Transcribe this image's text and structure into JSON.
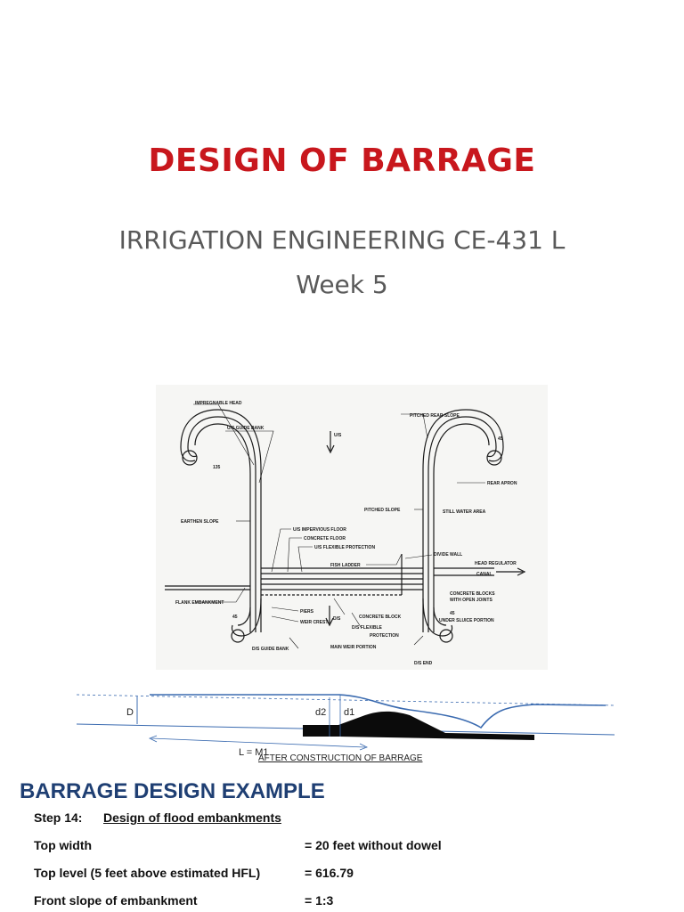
{
  "title": "DESIGN OF BARRAGE",
  "subtitle": "IRRIGATION ENGINEERING CE-431 L",
  "week": "Week 5",
  "plan_labels": {
    "impregnable_head": "IMPREGNABLE HEAD",
    "us_guide_bank": "U/S GUIDE BANK",
    "us": "U/S",
    "pitched_rear_slope": "PITCHED REAR SLOPE",
    "rear_apron": "REAR APRON",
    "angle_135": "135",
    "angle_45_top": "45",
    "pitched_slope": "PITCHED SLOPE",
    "still_water_area": "STILL WATER AREA",
    "earthen_slope": "EARTHEN SLOPE",
    "us_impervious_floor": "U/S IMPERVIOUS FLOOR",
    "concrete_floor": "CONCRETE FLOOR",
    "us_flexible_protection": "U/S FLEXIBLE PROTECTION",
    "fish_ladder": "FISH LADDER",
    "divide_wall": "DIVIDE WALL",
    "head_regulator": "HEAD REGULATOR",
    "canal": "CANAL",
    "concrete_blocks_1": "CONCRETE BLOCKS",
    "concrete_blocks_2": "WITH OPEN JOINTS",
    "flank_embankment": "FLANK EMBANKMENT",
    "angle_45_left": "45",
    "angle_45_right": "45",
    "piers": "PIERS",
    "weir_crest": "WEIR CREST",
    "ds": "D/S",
    "concrete_block": "CONCRETE BLOCK",
    "ds_flexible_1": "D/S FLEXIBLE",
    "ds_flexible_2": "PROTECTION",
    "under_sluice_portion": "UNDER SLUICE PORTION",
    "ds_guide_bank": "D/S GUIDE BANK",
    "main_weir_portion": "MAIN WEIR PORTION",
    "ds_end": "D/S END"
  },
  "section_labels": {
    "D": "D",
    "d2": "d2",
    "d1": "d1",
    "L": "L = M1",
    "caption": "AFTER CONSTRUCTION OF BARRAGE"
  },
  "example": {
    "heading": "BARRAGE DESIGN EXAMPLE",
    "step_label": "Step 14:",
    "step_title": "Design of flood embankments",
    "rows": [
      {
        "label": "Top width",
        "value": "= 20 feet without dowel"
      },
      {
        "label": "Top level (5 feet above estimated HFL)",
        "value": "= 616.79"
      },
      {
        "label": "Front slope of embankment",
        "value": "= 1:3"
      }
    ]
  }
}
